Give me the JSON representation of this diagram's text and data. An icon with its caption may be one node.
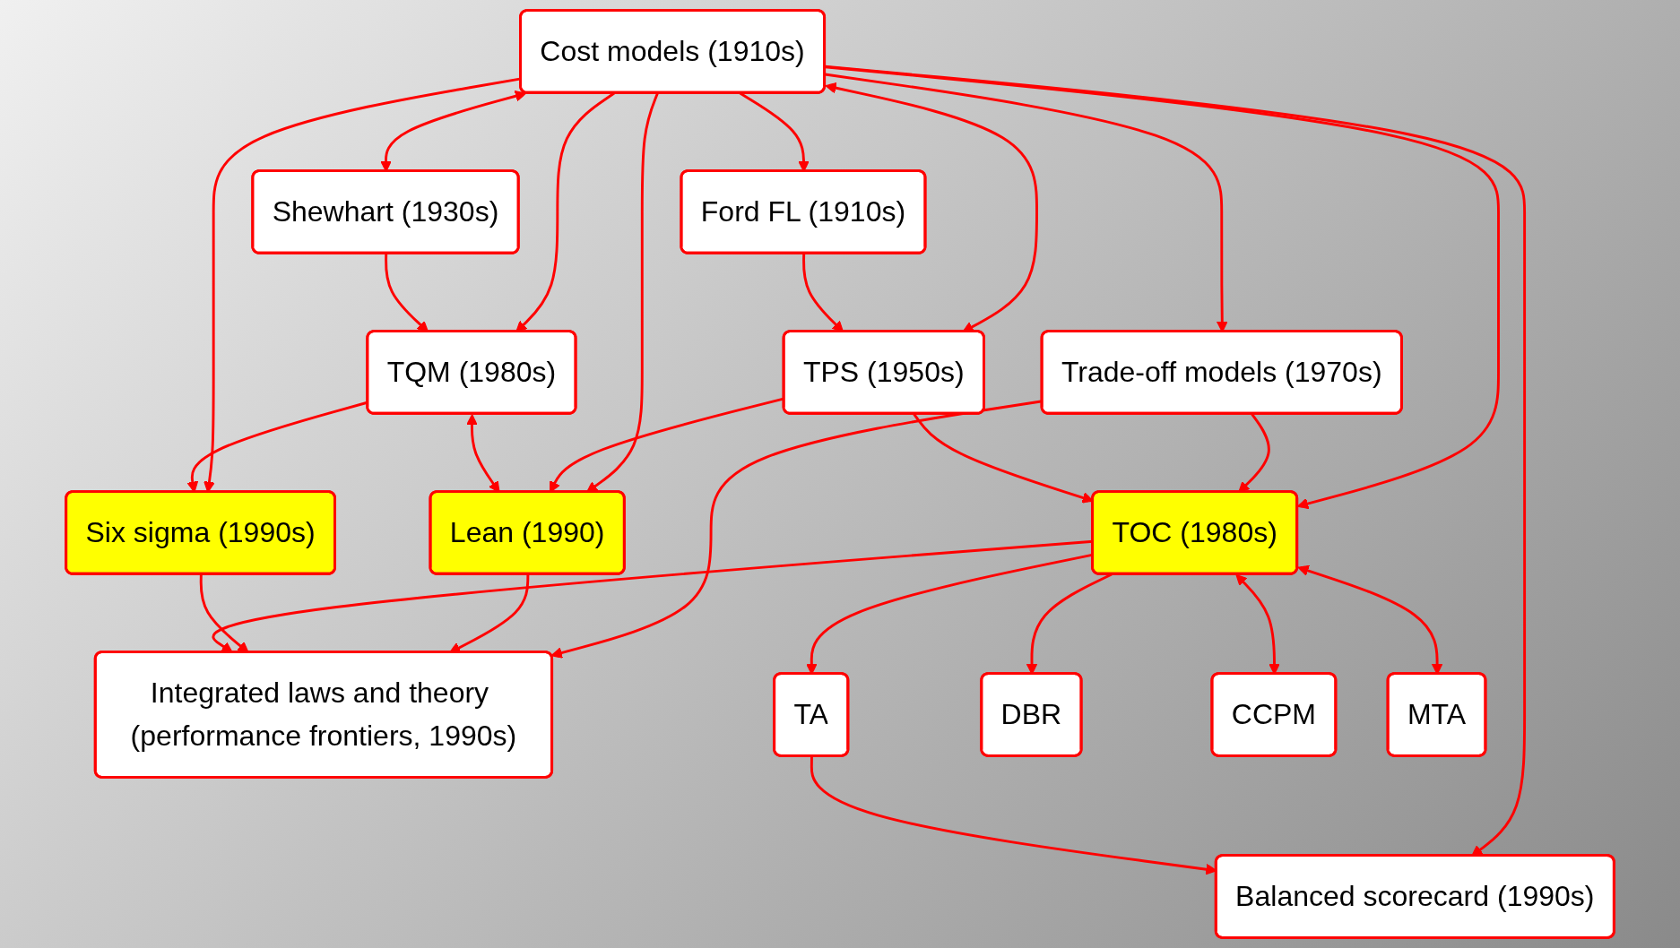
{
  "diagram": {
    "nodes": [
      {
        "text": [
          "Cost  models (1910s)"
        ]
      },
      {
        "text": [
          "Ford FL (1910s)"
        ]
      },
      {
        "text": [
          "Shewhart (1930s)"
        ]
      },
      {
        "text": [
          "Trade-off models (1970s)"
        ]
      },
      {
        "text": [
          "TPS (1950s)"
        ]
      },
      {
        "text": [
          "TQM (1980s)"
        ]
      },
      {
        "text": [
          "Lean (1990)"
        ]
      },
      {
        "text": [
          "TOC (1980s)"
        ]
      },
      {
        "text": [
          "Six sigma (1990s)"
        ]
      },
      {
        "text": [
          "Integrated laws and theory (performance frontiers, 1990s)"
        ]
      },
      {
        "text": [
          "TA"
        ]
      },
      {
        "text": [
          "DBR"
        ]
      },
      {
        "text": [
          "CCPM"
        ]
      },
      {
        "text": [
          "MTA"
        ]
      },
      {
        "text": [
          "Balanced  scorecard (1990s)"
        ]
      }
    ],
    "edges": [
      {
        "from": 0,
        "to": 1,
        "arrow": "to"
      },
      {
        "from": 0,
        "to": 3,
        "arrow": "to"
      },
      {
        "from": 0,
        "to": 7,
        "arrow": "to"
      },
      {
        "from": 0,
        "to": 14,
        "arrow": "to"
      },
      {
        "from": 0,
        "to": 4,
        "arrow": "both"
      },
      {
        "from": 0,
        "to": 6,
        "arrow": "to"
      },
      {
        "from": 0,
        "to": 5,
        "arrow": "to"
      },
      {
        "from": 0,
        "to": 2,
        "arrow": "both"
      },
      {
        "from": 0,
        "to": 8,
        "arrow": "to"
      },
      {
        "from": 1,
        "to": 4,
        "arrow": "to"
      },
      {
        "from": 2,
        "to": 5,
        "arrow": "to"
      },
      {
        "from": 3,
        "to": 7,
        "arrow": "to"
      },
      {
        "from": 3,
        "to": 9,
        "arrow": "to"
      },
      {
        "from": 4,
        "to": 6,
        "arrow": "to"
      },
      {
        "from": 4,
        "to": 7,
        "arrow": "to"
      },
      {
        "from": 5,
        "to": 6,
        "arrow": "both"
      },
      {
        "from": 5,
        "to": 8,
        "arrow": "to"
      },
      {
        "from": 6,
        "to": 9,
        "arrow": "to"
      },
      {
        "from": 8,
        "to": 9,
        "arrow": "to"
      },
      {
        "from": 7,
        "to": 9,
        "arrow": "to"
      },
      {
        "from": 7,
        "to": 10,
        "arrow": "to"
      },
      {
        "from": 7,
        "to": 11,
        "arrow": "to"
      },
      {
        "from": 7,
        "to": 12,
        "arrow": "both"
      },
      {
        "from": 7,
        "to": 13,
        "arrow": "both"
      },
      {
        "from": 10,
        "to": 14,
        "arrow": "to"
      }
    ]
  }
}
